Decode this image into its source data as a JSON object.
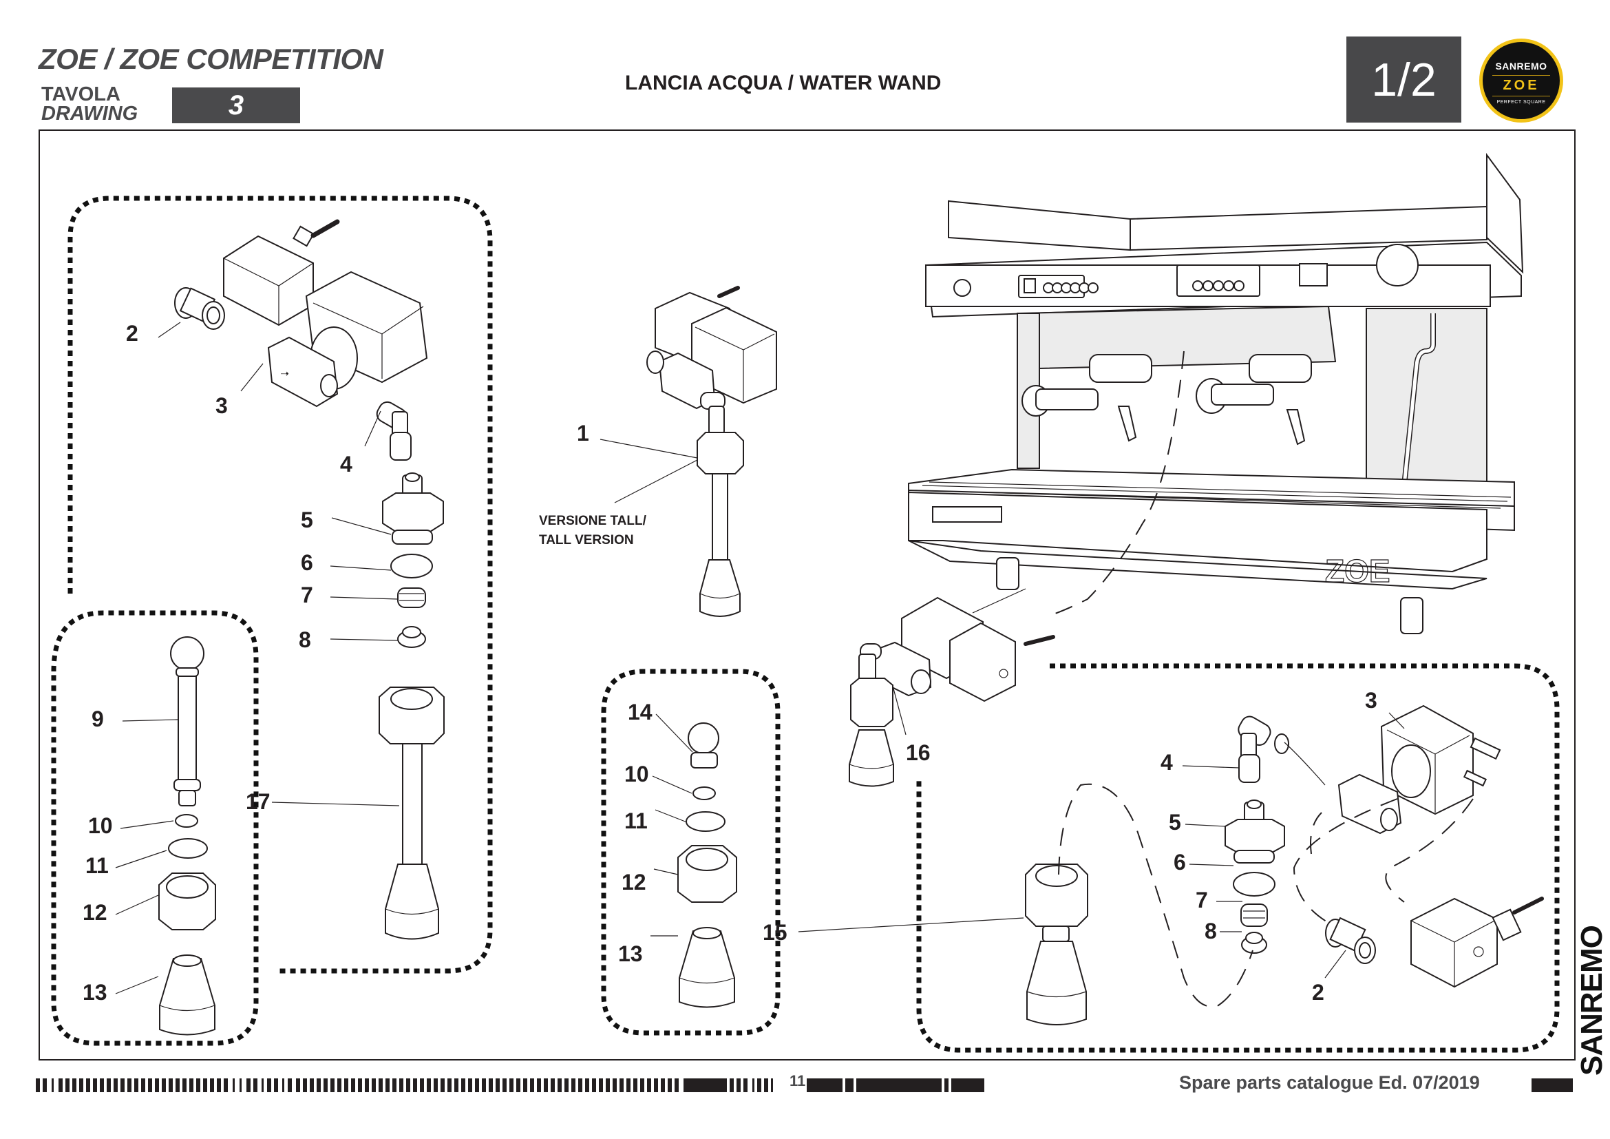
{
  "header": {
    "model_title": "ZOE / ZOE COMPETITION",
    "tavola_it": "TAVOLA",
    "tavola_en": "DRAWING",
    "drawing_number": "3",
    "section_title": "LANCIA ACQUA / WATER WAND",
    "page_fraction": "1/2",
    "badge": {
      "brand": "SANREMO",
      "model": "ZOE",
      "tagline": "PERFECT SQUARE",
      "accent_color": "#f2c318"
    }
  },
  "drawing": {
    "callouts": {
      "left_group": [
        "2",
        "3",
        "4",
        "5",
        "6",
        "7",
        "8",
        "17"
      ],
      "nozzle_group_left": [
        "9",
        "10",
        "11",
        "12",
        "13"
      ],
      "center_assembly": [
        "1"
      ],
      "nozzle_group_center": [
        "14",
        "10",
        "11",
        "12",
        "13"
      ],
      "machine_assembly": [
        "16",
        "15"
      ],
      "right_group": [
        "3",
        "4",
        "5",
        "6",
        "7",
        "8",
        "2"
      ]
    },
    "tall_version_note": [
      "VERSIONE TALL/",
      "TALL VERSION"
    ]
  },
  "footer": {
    "page_number": "11",
    "catalogue_text": "Spare parts catalogue Ed. 07/2019",
    "side_brand": "SANREMO"
  }
}
